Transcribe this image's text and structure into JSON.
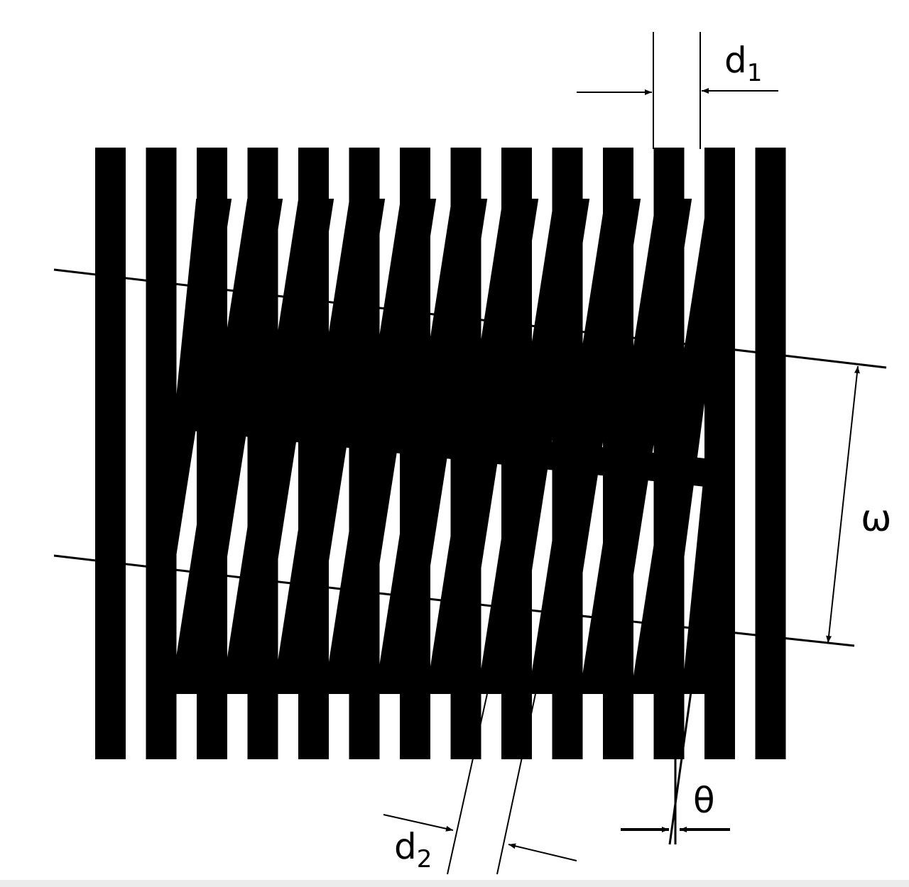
{
  "diagram": {
    "labels": {
      "d1": {
        "base": "d",
        "sub": "1"
      },
      "d2": {
        "base": "d",
        "sub": "2"
      },
      "omega": "ω",
      "theta": "θ"
    },
    "colors": {
      "ink": "#000000",
      "paper": "#ffffff"
    },
    "vertical_grating_lines": 14,
    "tilted_grating_lines": 10
  }
}
